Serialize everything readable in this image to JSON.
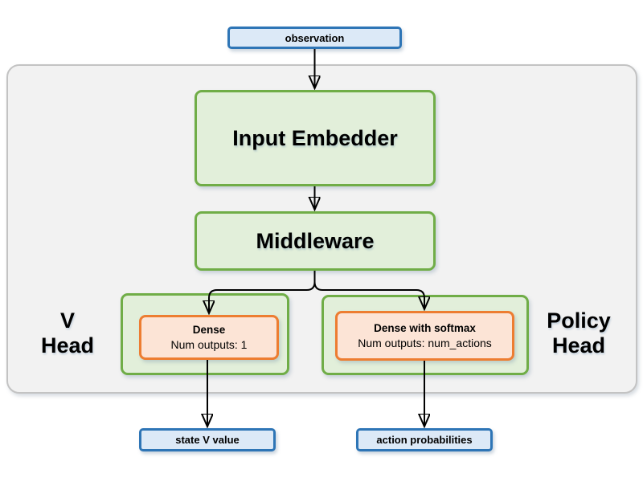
{
  "colors": {
    "canvas-bg": "#ffffff",
    "container-bg": "#f2f2f2",
    "container-border": "#c3c3c3",
    "green-bg": "#e2efda",
    "green-border": "#70ad47",
    "orange-bg": "#fce4d6",
    "orange-border": "#ed7d31",
    "blue-bg": "#dce9f7",
    "blue-border": "#2e75b6",
    "arrow": "#000000",
    "text": "#000000"
  },
  "nodes": {
    "observation": {
      "label": "observation"
    },
    "input_embedder": {
      "label": "Input Embedder"
    },
    "middleware": {
      "label": "Middleware"
    },
    "v_head": {
      "group_label_line1": "V",
      "group_label_line2": "Head",
      "dense": {
        "title": "Dense",
        "subtitle": "Num outputs: 1"
      },
      "output": {
        "label": "state V value"
      }
    },
    "policy_head": {
      "group_label_line1": "Policy",
      "group_label_line2": "Head",
      "dense": {
        "title": "Dense with softmax",
        "subtitle": "Num outputs: num_actions"
      },
      "output": {
        "label": "action probabilities"
      }
    }
  }
}
